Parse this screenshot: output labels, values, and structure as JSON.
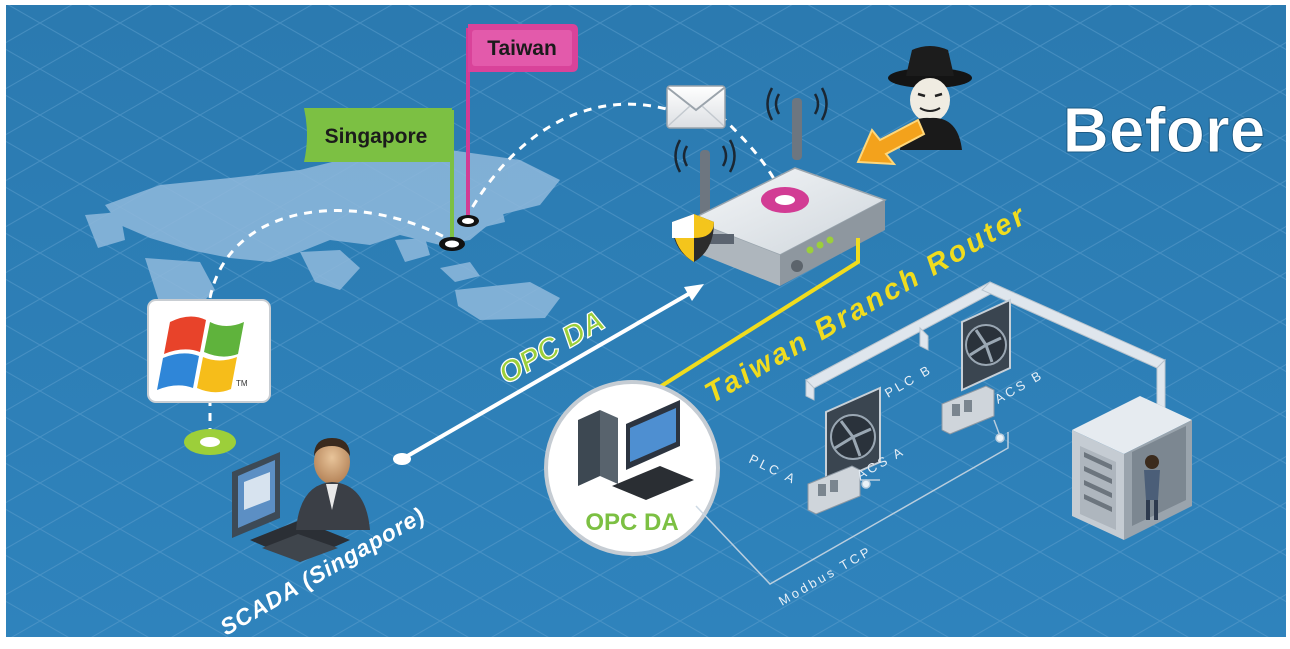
{
  "colors": {
    "background": "#2f7fb4",
    "grid": "#5a9ccb",
    "accent_yellow": "#f0dc1e",
    "accent_green": "#9ccf3a",
    "accent_magenta": "#d23c94",
    "flag_green": "#7cc043"
  },
  "icons": [
    "windows-logo-icon",
    "envelope-icon",
    "hacker-icon",
    "shield-icon",
    "wifi-icon",
    "router-icon",
    "server-rack-icon",
    "fan-icon",
    "plc-icon",
    "scada-workstation-icon",
    "pc-icon"
  ],
  "flags": {
    "taiwan": "Taiwan",
    "singapore": "Singapore"
  },
  "labels": {
    "before": "Before",
    "router": "Taiwan Branch Router",
    "protocol_arrow": "OPC DA",
    "scada": "SCADA (Singapore)",
    "opc_server": "OPC DA",
    "plc_a": "PLC A",
    "plc_b": "PLC B",
    "acs_a": "ACS A",
    "acs_b": "ACS B",
    "modbus": "Modbus TCP",
    "tm": "TM"
  }
}
